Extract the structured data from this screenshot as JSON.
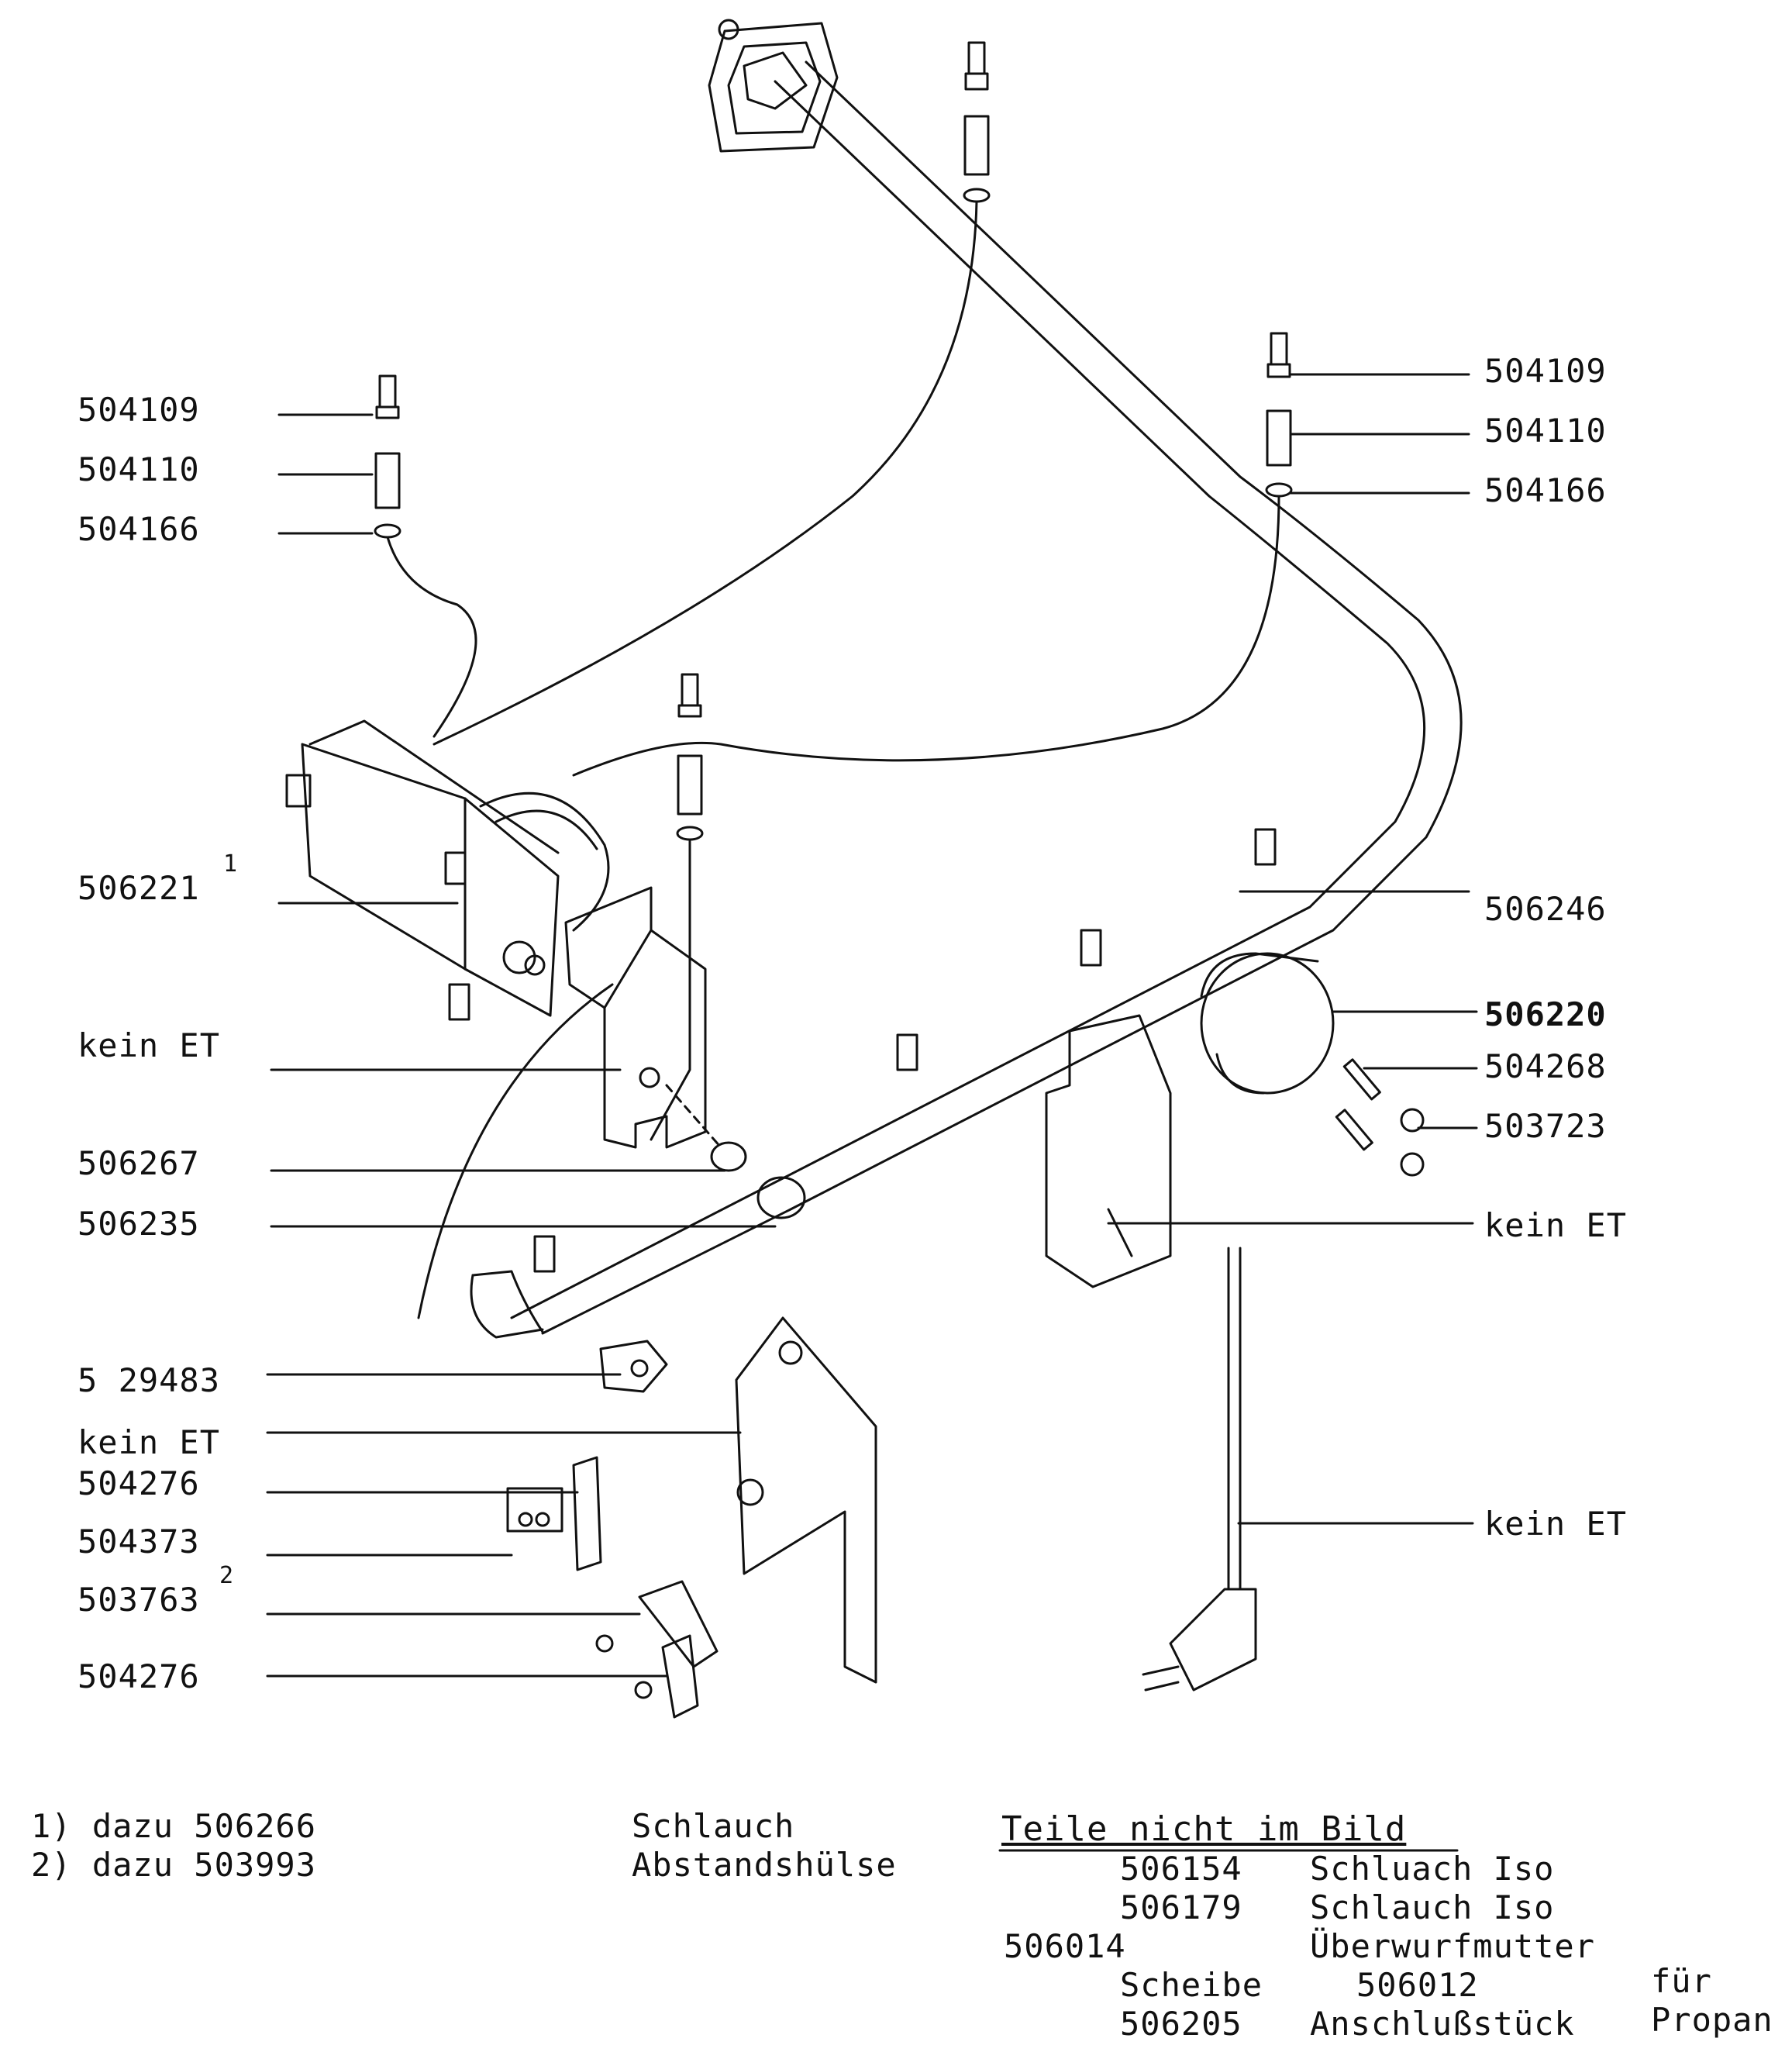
{
  "callouts": {
    "left": [
      {
        "id": "l1",
        "text": "504109"
      },
      {
        "id": "l2",
        "text": "504110"
      },
      {
        "id": "l3",
        "text": "504166"
      },
      {
        "id": "l4",
        "text": "506221",
        "sup": "1"
      },
      {
        "id": "l5",
        "text": "kein ET"
      },
      {
        "id": "l6",
        "text": "506267"
      },
      {
        "id": "l7",
        "text": "506235"
      },
      {
        "id": "l8",
        "text": "5 29483"
      },
      {
        "id": "l9",
        "text": "kein ET"
      },
      {
        "id": "l10",
        "text": "504276"
      },
      {
        "id": "l11",
        "text": "504373"
      },
      {
        "id": "l12",
        "text": "503763",
        "sup": "2"
      },
      {
        "id": "l13",
        "text": "504276"
      }
    ],
    "right": [
      {
        "id": "r1",
        "text": "504109"
      },
      {
        "id": "r2",
        "text": "504110"
      },
      {
        "id": "r3",
        "text": "504166"
      },
      {
        "id": "r4",
        "text": "506246"
      },
      {
        "id": "r5",
        "text": "506220"
      },
      {
        "id": "r6",
        "text": "504268"
      },
      {
        "id": "r7",
        "text": "503723"
      },
      {
        "id": "r8",
        "text": "kein ET"
      },
      {
        "id": "r9",
        "text": "kein ET"
      }
    ]
  },
  "footnotes": [
    {
      "text": "1) dazu 506266"
    },
    {
      "text": "2) dazu 503993"
    }
  ],
  "middle_notes": [
    "Schlauch",
    "Abstandshülse"
  ],
  "parts_not_shown": {
    "title": "Teile nicht im Bild",
    "rows": [
      {
        "number": "506154",
        "name": "Schluach Iso"
      },
      {
        "number": "506179",
        "name": "Schlauch Iso"
      },
      {
        "number": "506014",
        "name": "Überwurfmutter"
      },
      {
        "number": "Scheibe",
        "name": "506012"
      },
      {
        "number": "506205",
        "name": "Anschlußstück"
      }
    ],
    "side_note_1": "für",
    "side_note_2": "Propan"
  }
}
